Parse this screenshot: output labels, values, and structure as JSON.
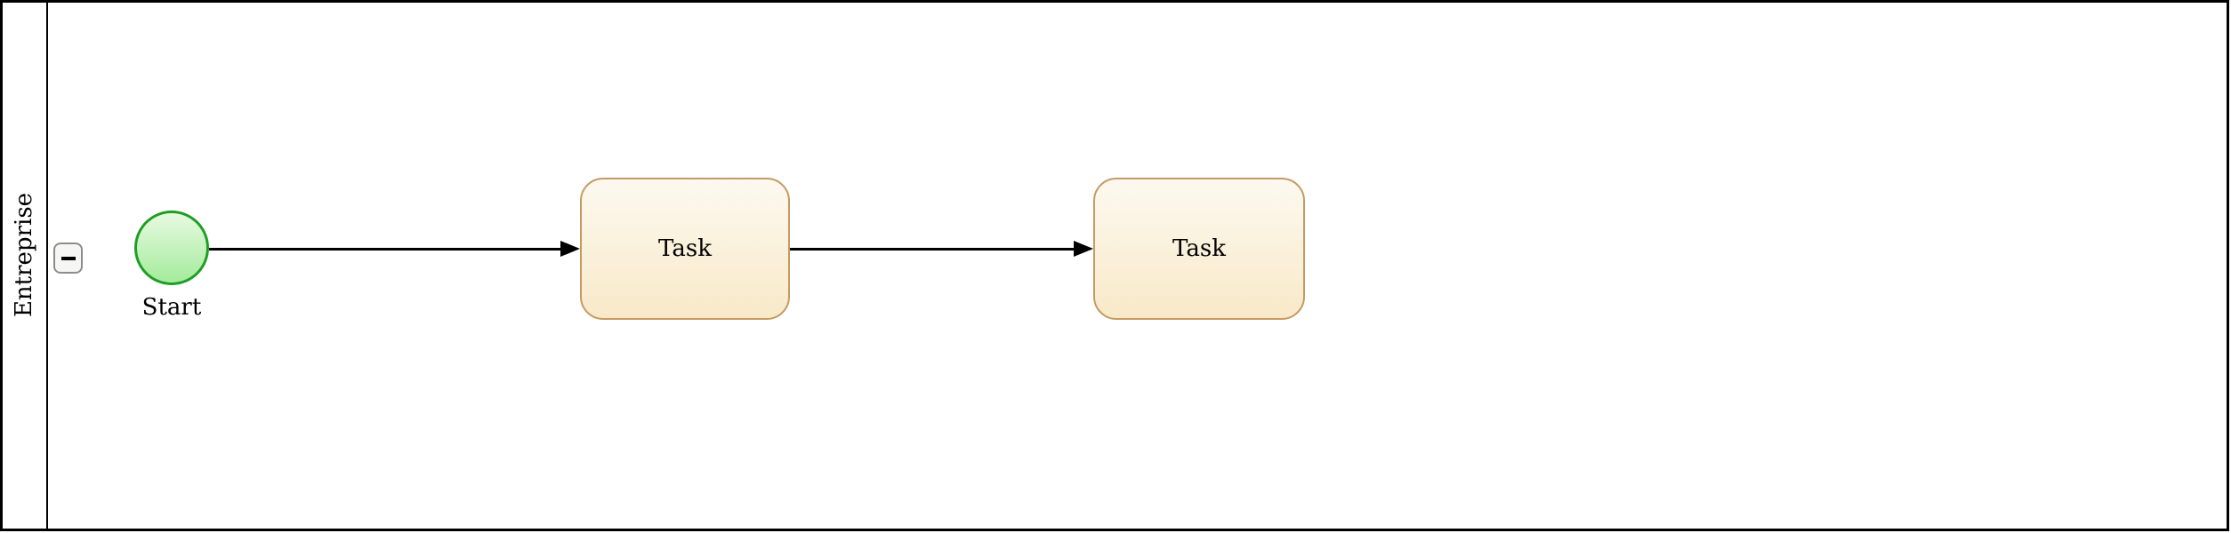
{
  "diagram": {
    "type": "bpmn-process",
    "pool": {
      "lane_label": "Entreprise",
      "collapse_icon": "minus-icon",
      "collapsed": false
    },
    "nodes": [
      {
        "id": "start",
        "type": "start-event",
        "shape": "circle",
        "label": "Start"
      },
      {
        "id": "task1",
        "type": "task",
        "shape": "rounded-rect",
        "label": "Task"
      },
      {
        "id": "task2",
        "type": "task",
        "shape": "rounded-rect",
        "label": "Task"
      }
    ],
    "edges": [
      {
        "from": "start",
        "to": "task1",
        "style": "solid-arrow"
      },
      {
        "from": "task1",
        "to": "task2",
        "style": "solid-arrow"
      }
    ],
    "colors": {
      "pool_border": "#000000",
      "edge": "#000000",
      "start_event_border": "#1f9e24",
      "start_event_fill_top": "#e7fae0",
      "start_event_fill_bottom": "#a4eb9c",
      "task_border": "#c49a62",
      "task_fill_top": "#fdf9f0",
      "task_fill_bottom": "#f8e9c8",
      "collapse_button_border": "#8c8c8c",
      "collapse_button_fill": "#f6f6f4",
      "text": "#000000",
      "background": "#ffffff"
    }
  }
}
